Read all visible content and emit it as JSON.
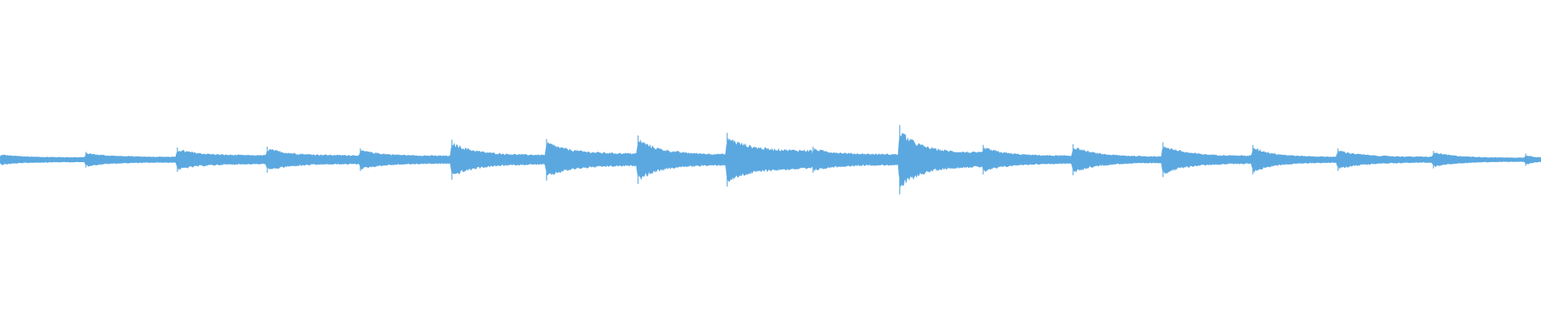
{
  "waveform": {
    "color": "#5ba8e0",
    "background": "#ffffff",
    "peak_level": 0.2,
    "segments": [
      {
        "attack": 0.035,
        "decay": 0.015
      },
      {
        "attack": 0.045,
        "decay": 0.018
      },
      {
        "attack": 0.07,
        "decay": 0.028
      },
      {
        "attack": 0.075,
        "decay": 0.028
      },
      {
        "attack": 0.065,
        "decay": 0.025
      },
      {
        "attack": 0.115,
        "decay": 0.03
      },
      {
        "attack": 0.12,
        "decay": 0.04
      },
      {
        "attack": 0.14,
        "decay": 0.035
      },
      {
        "attack": 0.155,
        "decay": 0.06
      },
      {
        "attack": 0.075,
        "decay": 0.035
      },
      {
        "attack": 0.2,
        "decay": 0.045
      },
      {
        "attack": 0.085,
        "decay": 0.025
      },
      {
        "attack": 0.09,
        "decay": 0.02
      },
      {
        "attack": 0.1,
        "decay": 0.025
      },
      {
        "attack": 0.085,
        "decay": 0.018
      },
      {
        "attack": 0.065,
        "decay": 0.018
      },
      {
        "attack": 0.05,
        "decay": 0.012
      },
      {
        "attack": 0.035,
        "decay": 0.012
      }
    ]
  }
}
